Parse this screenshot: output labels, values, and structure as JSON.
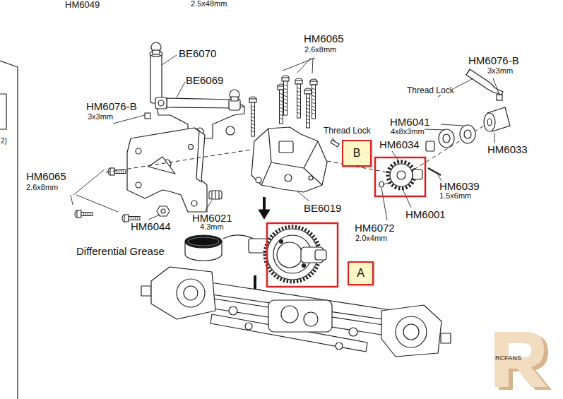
{
  "diagram": {
    "nodes": [
      {
        "text": [
          "B"
        ]
      },
      {
        "text": [
          "A"
        ]
      }
    ],
    "edges": [],
    "labels": [
      "HM6049",
      "2.5x48mm",
      "BE6070",
      "HM6065",
      "2.6x8mm",
      "HM6076-B",
      "3x3mm",
      "BE6069",
      "Thread Lock",
      "HM6076-B",
      "3x3mm",
      "HM6041",
      "4x8x3mm",
      "Thread Lock",
      "2)",
      "HM6034",
      "HM6033",
      "HM6065",
      "2.6x8mm",
      "HM6039",
      "1.5x6mm",
      "BE6019",
      "HM6001",
      "HM6021",
      "4.3mm",
      "HM6044",
      "HM6072",
      "2.0x4mm",
      "Differential Grease",
      "RCFANS"
    ]
  }
}
